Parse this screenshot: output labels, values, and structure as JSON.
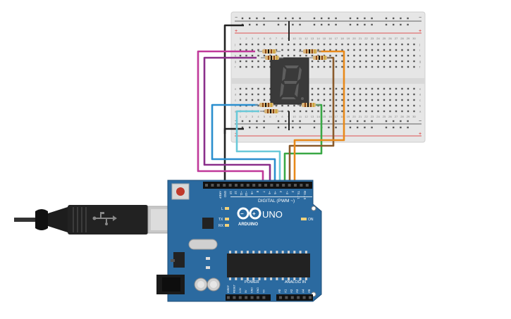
{
  "breadboard": {
    "col_numbers": [
      "1",
      "2",
      "3",
      "4",
      "5",
      "6",
      "7",
      "8",
      "9",
      "10",
      "11",
      "12",
      "13",
      "14",
      "15",
      "16",
      "17",
      "18",
      "19",
      "20",
      "21",
      "22",
      "23",
      "24",
      "25",
      "26",
      "27",
      "28",
      "29",
      "30"
    ],
    "rows_top": [
      "j",
      "i",
      "h",
      "g",
      "f"
    ],
    "rows_bottom": [
      "e",
      "d",
      "c",
      "b",
      "a"
    ],
    "plus": "+",
    "minus": "−"
  },
  "display": {
    "digit": "8"
  },
  "arduino": {
    "brand": "ARDUINO",
    "model": "UNO",
    "digital_label": "DIGITAL (PWM ~)",
    "power_label": "POWER",
    "analog_label": "ANALOG IN",
    "on_label": "ON",
    "l_label": "L",
    "tx_label": "TX",
    "rx_label": "RX",
    "digital_pins": [
      "AREF",
      "GND",
      "13",
      "12",
      "~11",
      "~10",
      "~9",
      "8",
      "7",
      "~6",
      "~5",
      "4",
      "~3",
      "2",
      "TX→1",
      "RX←0"
    ],
    "power_pins": [
      "IOREF",
      "RESET",
      "3.3V",
      "5V",
      "GND",
      "GND",
      "Vin"
    ],
    "analog_pins": [
      "A0",
      "A1",
      "A2",
      "A3",
      "A4",
      "A5"
    ]
  },
  "colors": {
    "board": "#2b6aa0",
    "breadboard": "#e8e8e8",
    "wire_magenta": "#c0399a",
    "wire_purple": "#8b2f8b",
    "wire_blue": "#2b8fcf",
    "wire_cyan": "#6ac9d9",
    "wire_green": "#39a845",
    "wire_brown": "#8a5a2b",
    "wire_orange": "#e8891a",
    "wire_black": "#222222"
  }
}
